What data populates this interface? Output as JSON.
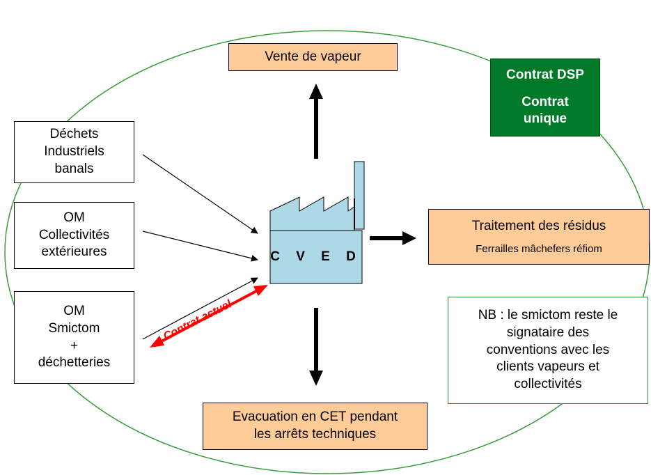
{
  "boxes": {
    "vente": "Vente de vapeur",
    "contrat_dsp": {
      "line1": "Contrat DSP",
      "line2": "Contrat",
      "line3": "unique"
    },
    "dechets": {
      "line1": "Déchets",
      "line2": "Industriels",
      "line3": "banals"
    },
    "om_collectivites": {
      "line1": "OM",
      "line2": "Collectivités",
      "line3": "extérieures"
    },
    "om_smictom": {
      "line1": "OM",
      "line2": "Smictom",
      "line3": "+",
      "line4": "déchetteries"
    },
    "traitement": {
      "title": "Traitement des résidus",
      "sub": "Ferrailles mâchefers réfiom"
    },
    "nb": {
      "line1": "NB : le smictom reste le",
      "line2": "signataire des",
      "line3": "conventions avec les",
      "line4": "clients vapeurs et",
      "line5": "collectivités"
    },
    "evacuation": {
      "line1": "Evacuation en CET pendant",
      "line2": "les arrêts techniques"
    }
  },
  "factory": {
    "label": "C V E D"
  },
  "contrat_actuel": "Contrat actuel",
  "colors": {
    "ellipse": "#3a9a3a",
    "factory_fill": "#add8e6",
    "orange_fill": "#ffcc99",
    "green_fill": "#007a29",
    "red_arrow": "#ff0000"
  }
}
